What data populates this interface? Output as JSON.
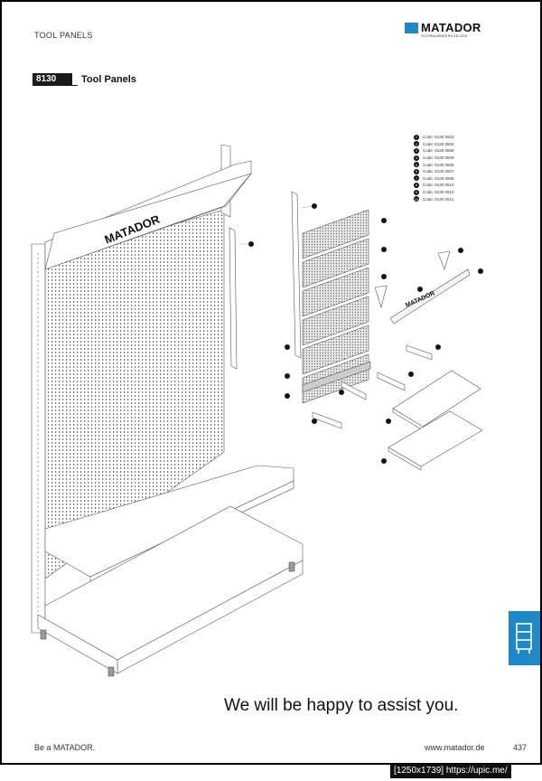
{
  "header": {
    "section_label": "TOOL PANELS",
    "brand": "MATADOR",
    "brand_sub": "SCHRAUBWERKZEUGE"
  },
  "title_bar": {
    "code": "8130",
    "title": "Tool Panels"
  },
  "drawing": {
    "panel_logo_text": "MATADOR",
    "sign_logo_text": "MATADOR"
  },
  "legend": [
    {
      "num": "1",
      "text": "Code: 8130 0603"
    },
    {
      "num": "2",
      "text": "Code: 8130 0604"
    },
    {
      "num": "3",
      "text": "Code: 8130 0608"
    },
    {
      "num": "4",
      "text": "Code: 8130 0609"
    },
    {
      "num": "5",
      "text": "Code: 8130 0605"
    },
    {
      "num": "6",
      "text": "Code: 8130 0607"
    },
    {
      "num": "7",
      "text": "Code: 8130 0606"
    },
    {
      "num": "8",
      "text": "Code: 8130 0610"
    },
    {
      "num": "9",
      "text": "Code: 8130 0610"
    },
    {
      "num": "10",
      "text": "Code: 8130 0611"
    }
  ],
  "tagline": "We will be happy to assist you.",
  "footer": {
    "left": "Be a MATADOR.",
    "url": "www.matador.de",
    "page": "437",
    "badge": "[1250x1739] https://upic.me/"
  },
  "colors": {
    "accent": "#1e88c8",
    "dark": "#1b1b1b"
  }
}
